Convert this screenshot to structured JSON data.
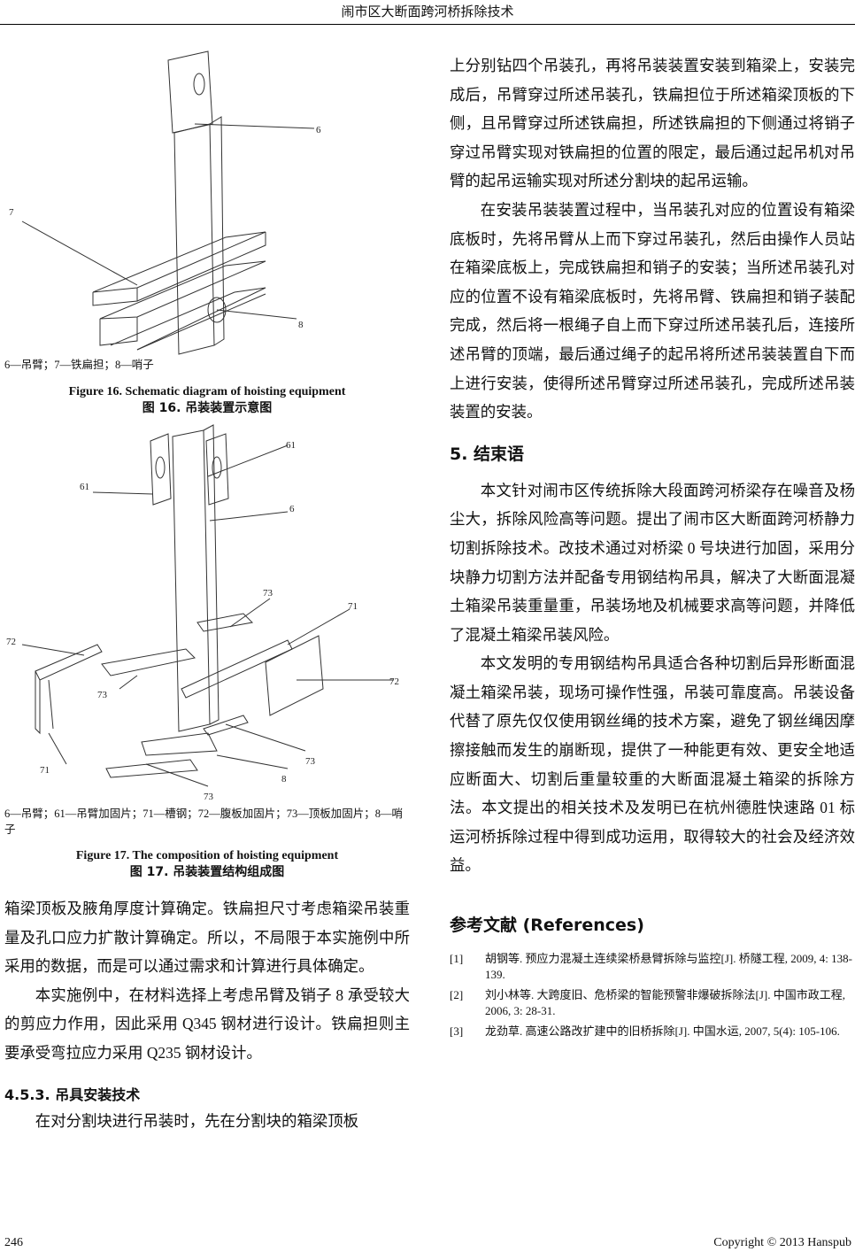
{
  "header": {
    "running_title": "闹市区大断面跨河桥拆除技术"
  },
  "figure16": {
    "labels": [
      "6",
      "7",
      "8"
    ],
    "note": "6—吊臂；7—铁扁担；8—哨子",
    "caption_en": "Figure 16. Schematic diagram of hoisting equipment",
    "caption_zh": "图 16.  吊装装置示意图"
  },
  "figure17": {
    "labels": [
      "61",
      "61",
      "6",
      "73",
      "71",
      "72",
      "72",
      "73",
      "73",
      "71",
      "8",
      "73"
    ],
    "note": "6—吊臂；61—吊臂加固片；71—槽钢；72—腹板加固片；73—顶板加固片；8—哨子",
    "caption_en": "Figure 17. The composition of hoisting equipment",
    "caption_zh": "图 17.  吊装装置结构组成图"
  },
  "left": {
    "p1": "箱梁顶板及腋角厚度计算确定。铁扁担尺寸考虑箱梁吊装重量及孔口应力扩散计算确定。所以，不局限于本实施例中所采用的数据，而是可以通过需求和计算进行具体确定。",
    "p2": "本实施例中，在材料选择上考虑吊臂及销子 8 承受较大的剪应力作用，因此采用 Q345 钢材进行设计。铁扁担则主要承受弯拉应力采用 Q235 钢材设计。",
    "section": "4.5.3.  吊具安装技术",
    "p3": "在对分割块进行吊装时，先在分割块的箱梁顶板"
  },
  "right": {
    "p1": "上分别钻四个吊装孔，再将吊装装置安装到箱梁上，安装完成后，吊臂穿过所述吊装孔，铁扁担位于所述箱梁顶板的下侧，且吊臂穿过所述铁扁担，所述铁扁担的下侧通过将销子穿过吊臂实现对铁扁担的位置的限定，最后通过起吊机对吊臂的起吊运输实现对所述分割块的起吊运输。",
    "p2": "在安装吊装装置过程中，当吊装孔对应的位置设有箱梁底板时，先将吊臂从上而下穿过吊装孔，然后由操作人员站在箱梁底板上，完成铁扁担和销子的安装；当所述吊装孔对应的位置不设有箱梁底板时，先将吊臂、铁扁担和销子装配完成，然后将一根绳子自上而下穿过所述吊装孔后，连接所述吊臂的顶端，最后通过绳子的起吊将所述吊装装置自下而上进行安装，使得所述吊臂穿过所述吊装孔，完成所述吊装装置的安装。",
    "section5": "5.  结束语",
    "p3": "本文针对闹市区传统拆除大段面跨河桥梁存在噪音及杨尘大，拆除风险高等问题。提出了闹市区大断面跨河桥静力切割拆除技术。改技术通过对桥梁 0 号块进行加固，采用分块静力切割方法并配备专用钢结构吊具，解决了大断面混凝土箱梁吊装重量重，吊装场地及机械要求高等问题，并降低了混凝土箱梁吊装风险。",
    "p4": "本文发明的专用钢结构吊具适合各种切割后异形断面混凝土箱梁吊装，现场可操作性强，吊装可靠度高。吊装设备代替了原先仅仅使用钢丝绳的技术方案，避免了钢丝绳因摩擦接触而发生的崩断现，提供了一种能更有效、更安全地适应断面大、切割后重量较重的大断面混凝土箱梁的拆除方法。本文提出的相关技术及发明已在杭州德胜快速路 01 标运河桥拆除过程中得到成功运用，取得较大的社会及经济效益。",
    "refs_title": "参考文献  (References)",
    "refs": [
      {
        "num": "[1]",
        "text": "胡钢等. 预应力混凝土连续梁桥悬臂拆除与监控[J]. 桥隧工程, 2009, 4: 138-139."
      },
      {
        "num": "[2]",
        "text": "刘小林等. 大跨度旧、危桥梁的智能预警非爆破拆除法[J]. 中国市政工程, 2006, 3: 28-31."
      },
      {
        "num": "[3]",
        "text": "龙劲草. 高速公路改扩建中的旧桥拆除[J]. 中国水运, 2007, 5(4): 105-106."
      }
    ]
  },
  "footer": {
    "page": "246",
    "copyright": "Copyright © 2013 Hanspub"
  }
}
